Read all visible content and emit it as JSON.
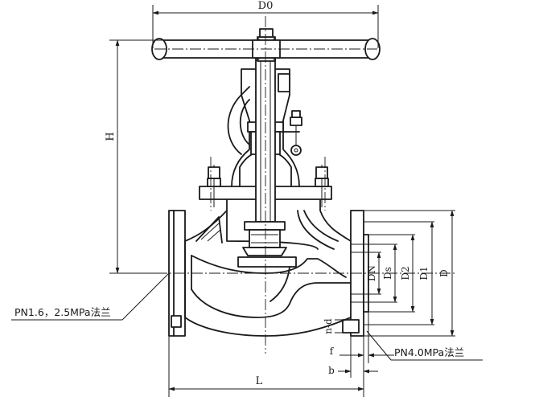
{
  "dimensions": {
    "D0": "D0",
    "H": "H",
    "L": "L",
    "DN": "DN",
    "Ds": "Ds",
    "D2": "D2",
    "D1": "D1",
    "D": "D",
    "n_d": "n-d",
    "f": "f",
    "b": "b"
  },
  "callouts": {
    "left_flange": "PN1.6，2.5MPa法兰",
    "right_flange": "PN4.0MPa法兰"
  }
}
